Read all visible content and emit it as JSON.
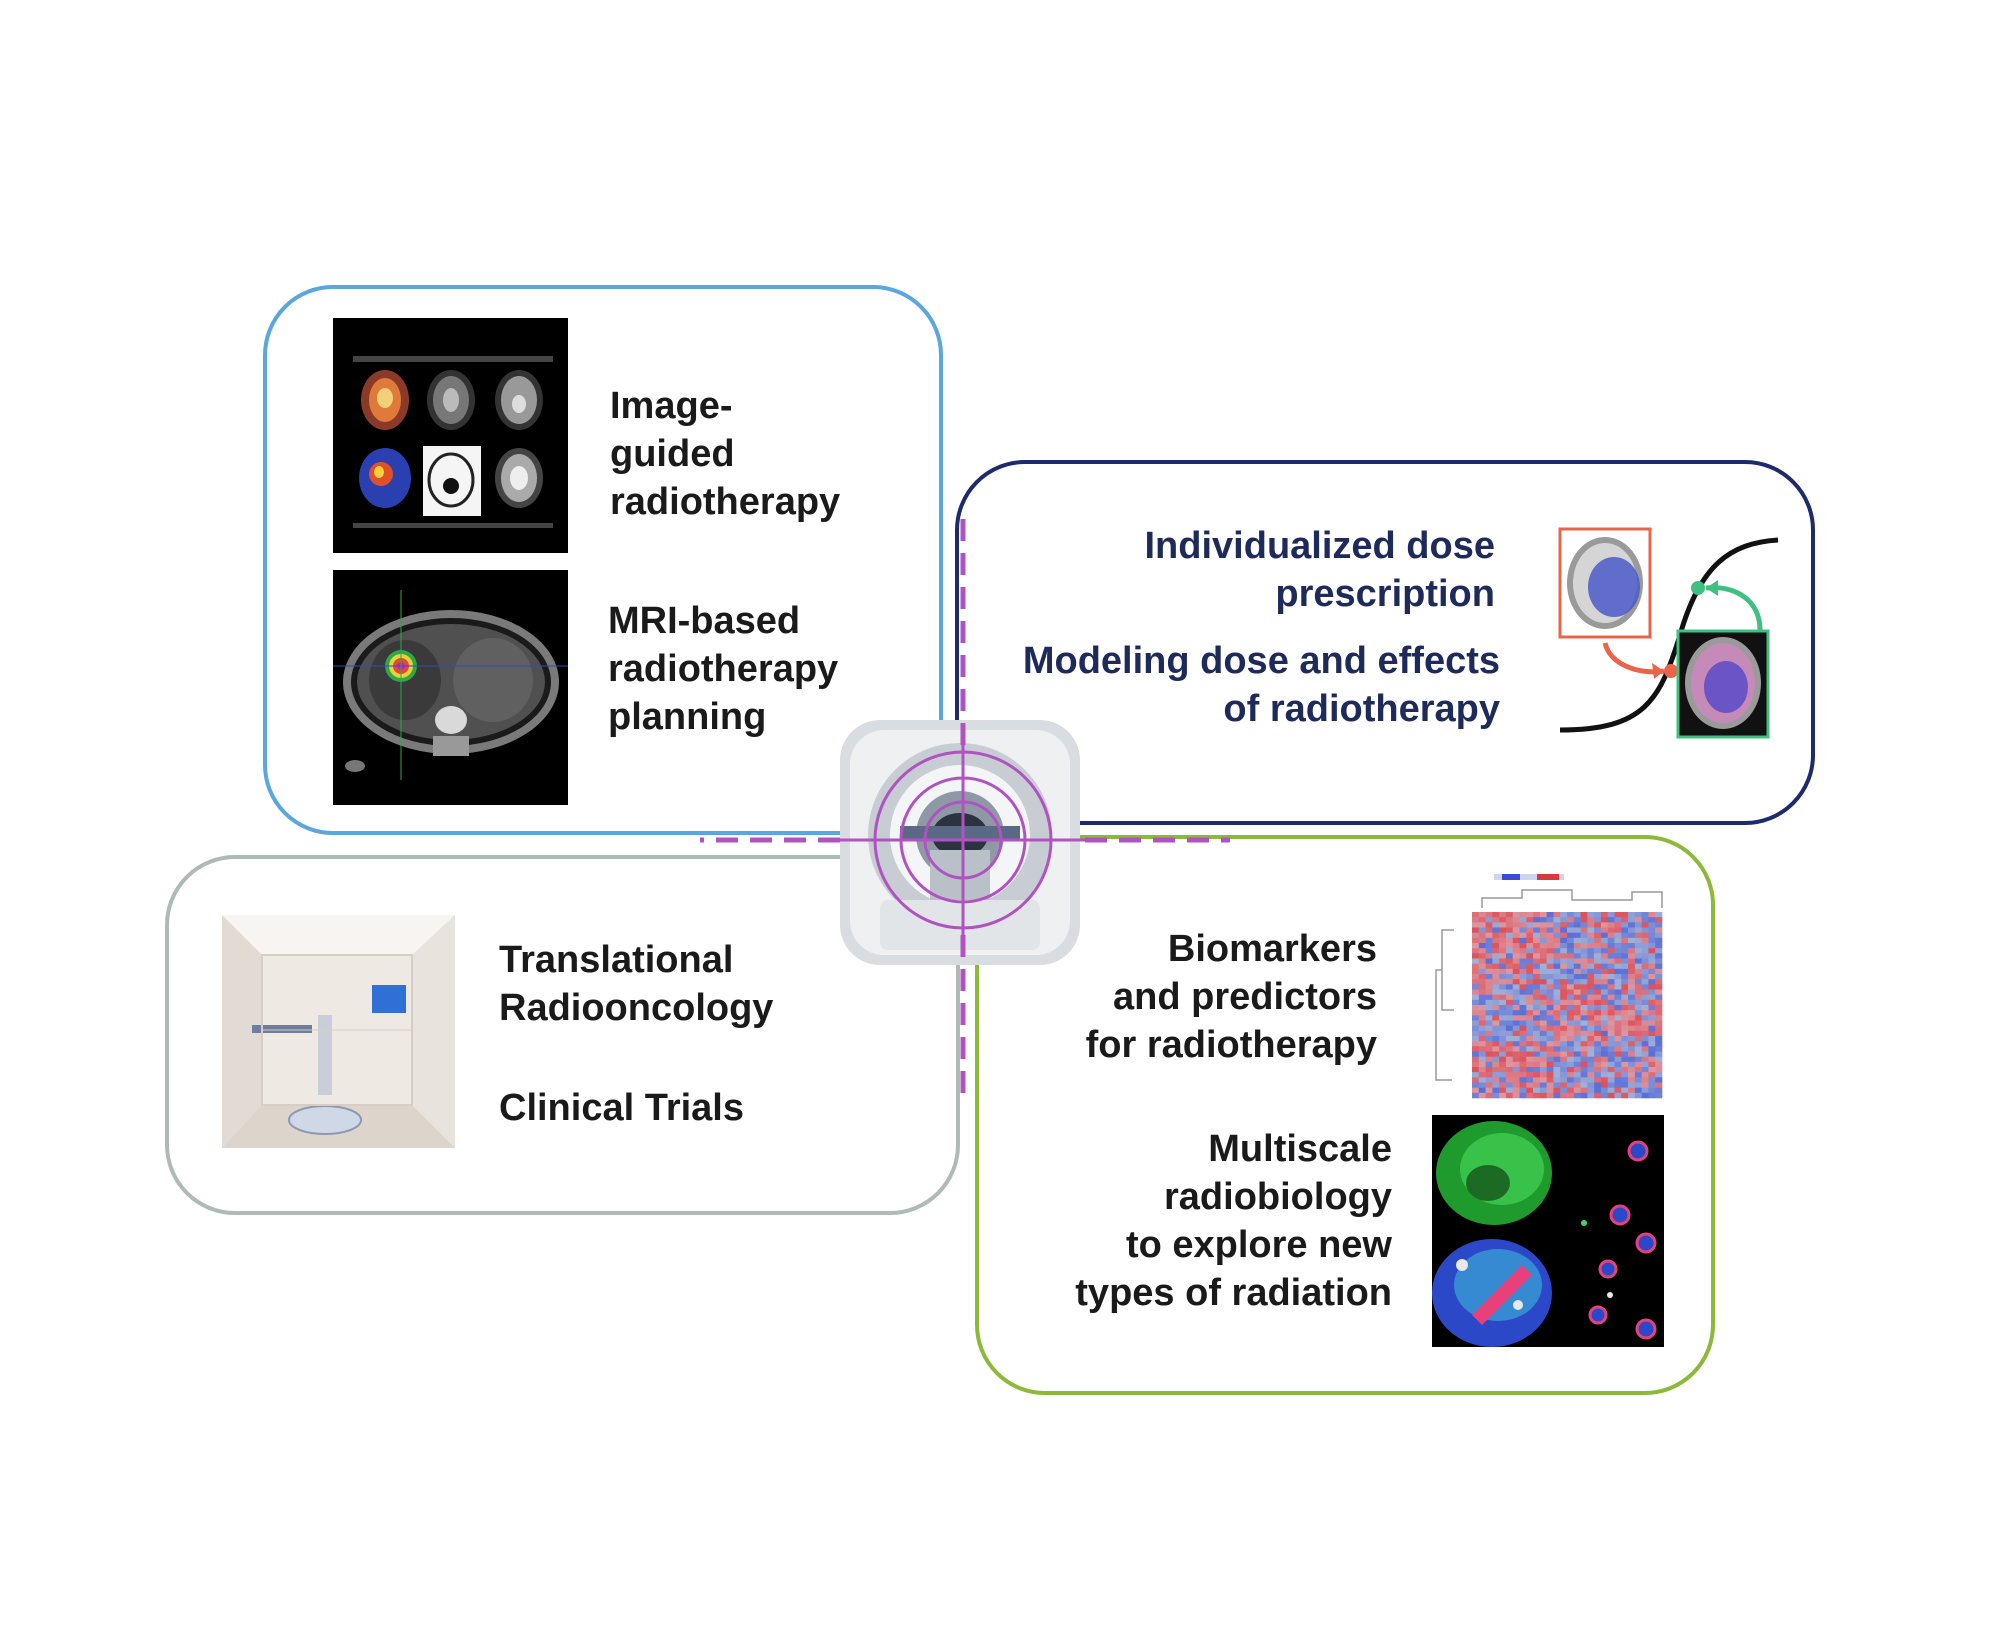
{
  "panels": {
    "imaging": {
      "label_1": "Image-\nguided\nradiotherapy",
      "label_2": "MRI-based\nradiotherapy\nplanning",
      "image_1": "pet-ct-mri-scan-grid",
      "image_2": "axial-mri-thorax-with-dose-overlay"
    },
    "dose": {
      "label_1": "Individualized dose\nprescription",
      "label_2": "Modeling dose and effects\nof radiotherapy",
      "image": "dose-response-sigmoid-with-brain-scans"
    },
    "translational": {
      "label_1": "Translational\nRadiooncology",
      "label_2": "Clinical Trials",
      "image": "treatment-room-photo"
    },
    "biology": {
      "label_1": "Biomarkers\nand predictors\nfor radiotherapy",
      "label_2": "Multiscale\nradiobiology\nto explore new\ntypes of radiation",
      "image_1": "gene-expression-heatmap",
      "image_2": "fluorescence-microscopy-cells"
    }
  },
  "center": {
    "image": "linear-accelerator-gantry"
  },
  "colors": {
    "imaging_border": "#5aa6de",
    "dose_border": "#1d2a6c",
    "translational_border": "#aebbb5",
    "biology_border": "#8cba38",
    "crosshair": "#b052c2",
    "curve_red": "#e8644a",
    "curve_green": "#3fbf80"
  }
}
